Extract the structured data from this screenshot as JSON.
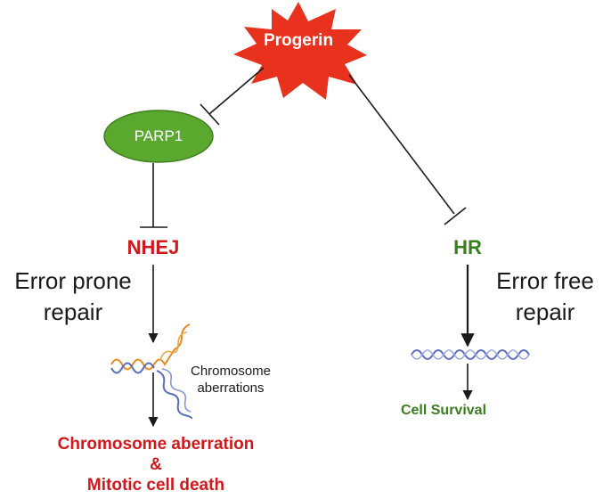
{
  "nodes": {
    "progerin": "Progerin",
    "parp1": "PARP1",
    "nhej": "NHEJ",
    "hr": "HR"
  },
  "labels": {
    "error_prone": [
      "Error prone",
      "repair"
    ],
    "error_free": [
      "Error free",
      "repair"
    ],
    "chromosome_aberrations": [
      "Chromosome",
      "aberrations"
    ],
    "cell_survival": "Cell Survival",
    "outcome": [
      "Chromosome aberration",
      "&",
      "Mitotic cell death"
    ]
  },
  "colors": {
    "starburst": "#e8321e",
    "parp1_fill": "#5aa82e",
    "nhej": "#d0191c",
    "hr": "#3a7d1f",
    "outcome": "#d0191c",
    "cell_survival": "#3a7d1f",
    "line": "#1a1a1a",
    "dna_blue": "#5a6cc0",
    "dna_orange": "#e88a1e"
  },
  "edges": [
    {
      "from": "progerin",
      "to": "parp1",
      "type": "inhibition"
    },
    {
      "from": "parp1",
      "to": "nhej",
      "type": "inhibition"
    },
    {
      "from": "progerin",
      "to": "hr",
      "type": "inhibition"
    },
    {
      "from": "nhej",
      "to": "damaged-dna",
      "type": "activation"
    },
    {
      "from": "damaged-dna",
      "to": "outcome",
      "type": "activation"
    },
    {
      "from": "hr",
      "to": "intact-dna",
      "type": "activation"
    },
    {
      "from": "intact-dna",
      "to": "cell-survival",
      "type": "activation"
    }
  ]
}
